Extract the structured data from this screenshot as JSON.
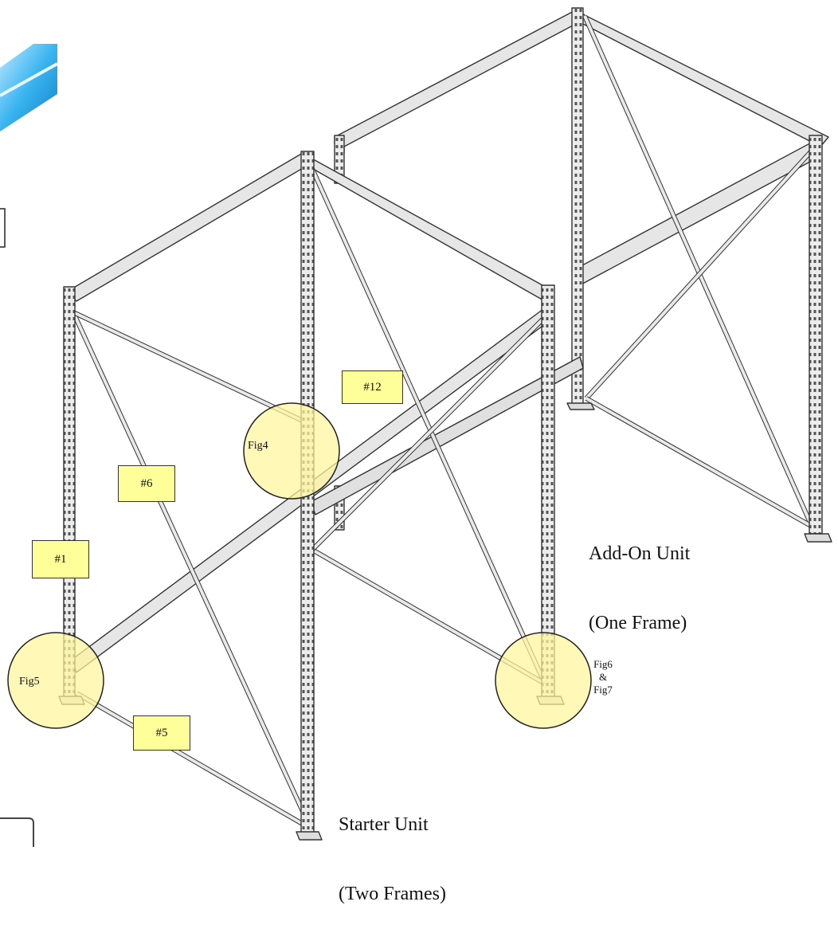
{
  "labels": {
    "part_12": "#12",
    "part_6": "#6",
    "part_1": "#1",
    "part_5": "#5",
    "fig4": "Fig4",
    "fig5": "Fig5",
    "fig6": "Fig6",
    "fig_amp": "&",
    "fig7": "Fig7"
  },
  "captions": {
    "addon_line1": "Add-On Unit",
    "addon_line2": "(One Frame)",
    "starter_line1": "Starter Unit",
    "starter_line2": "(Two Frames)"
  },
  "colors": {
    "callout_fill": "#ffff99",
    "circle_fill": "#fff59a",
    "steel": "#e6e6e6",
    "outline": "#333333"
  }
}
